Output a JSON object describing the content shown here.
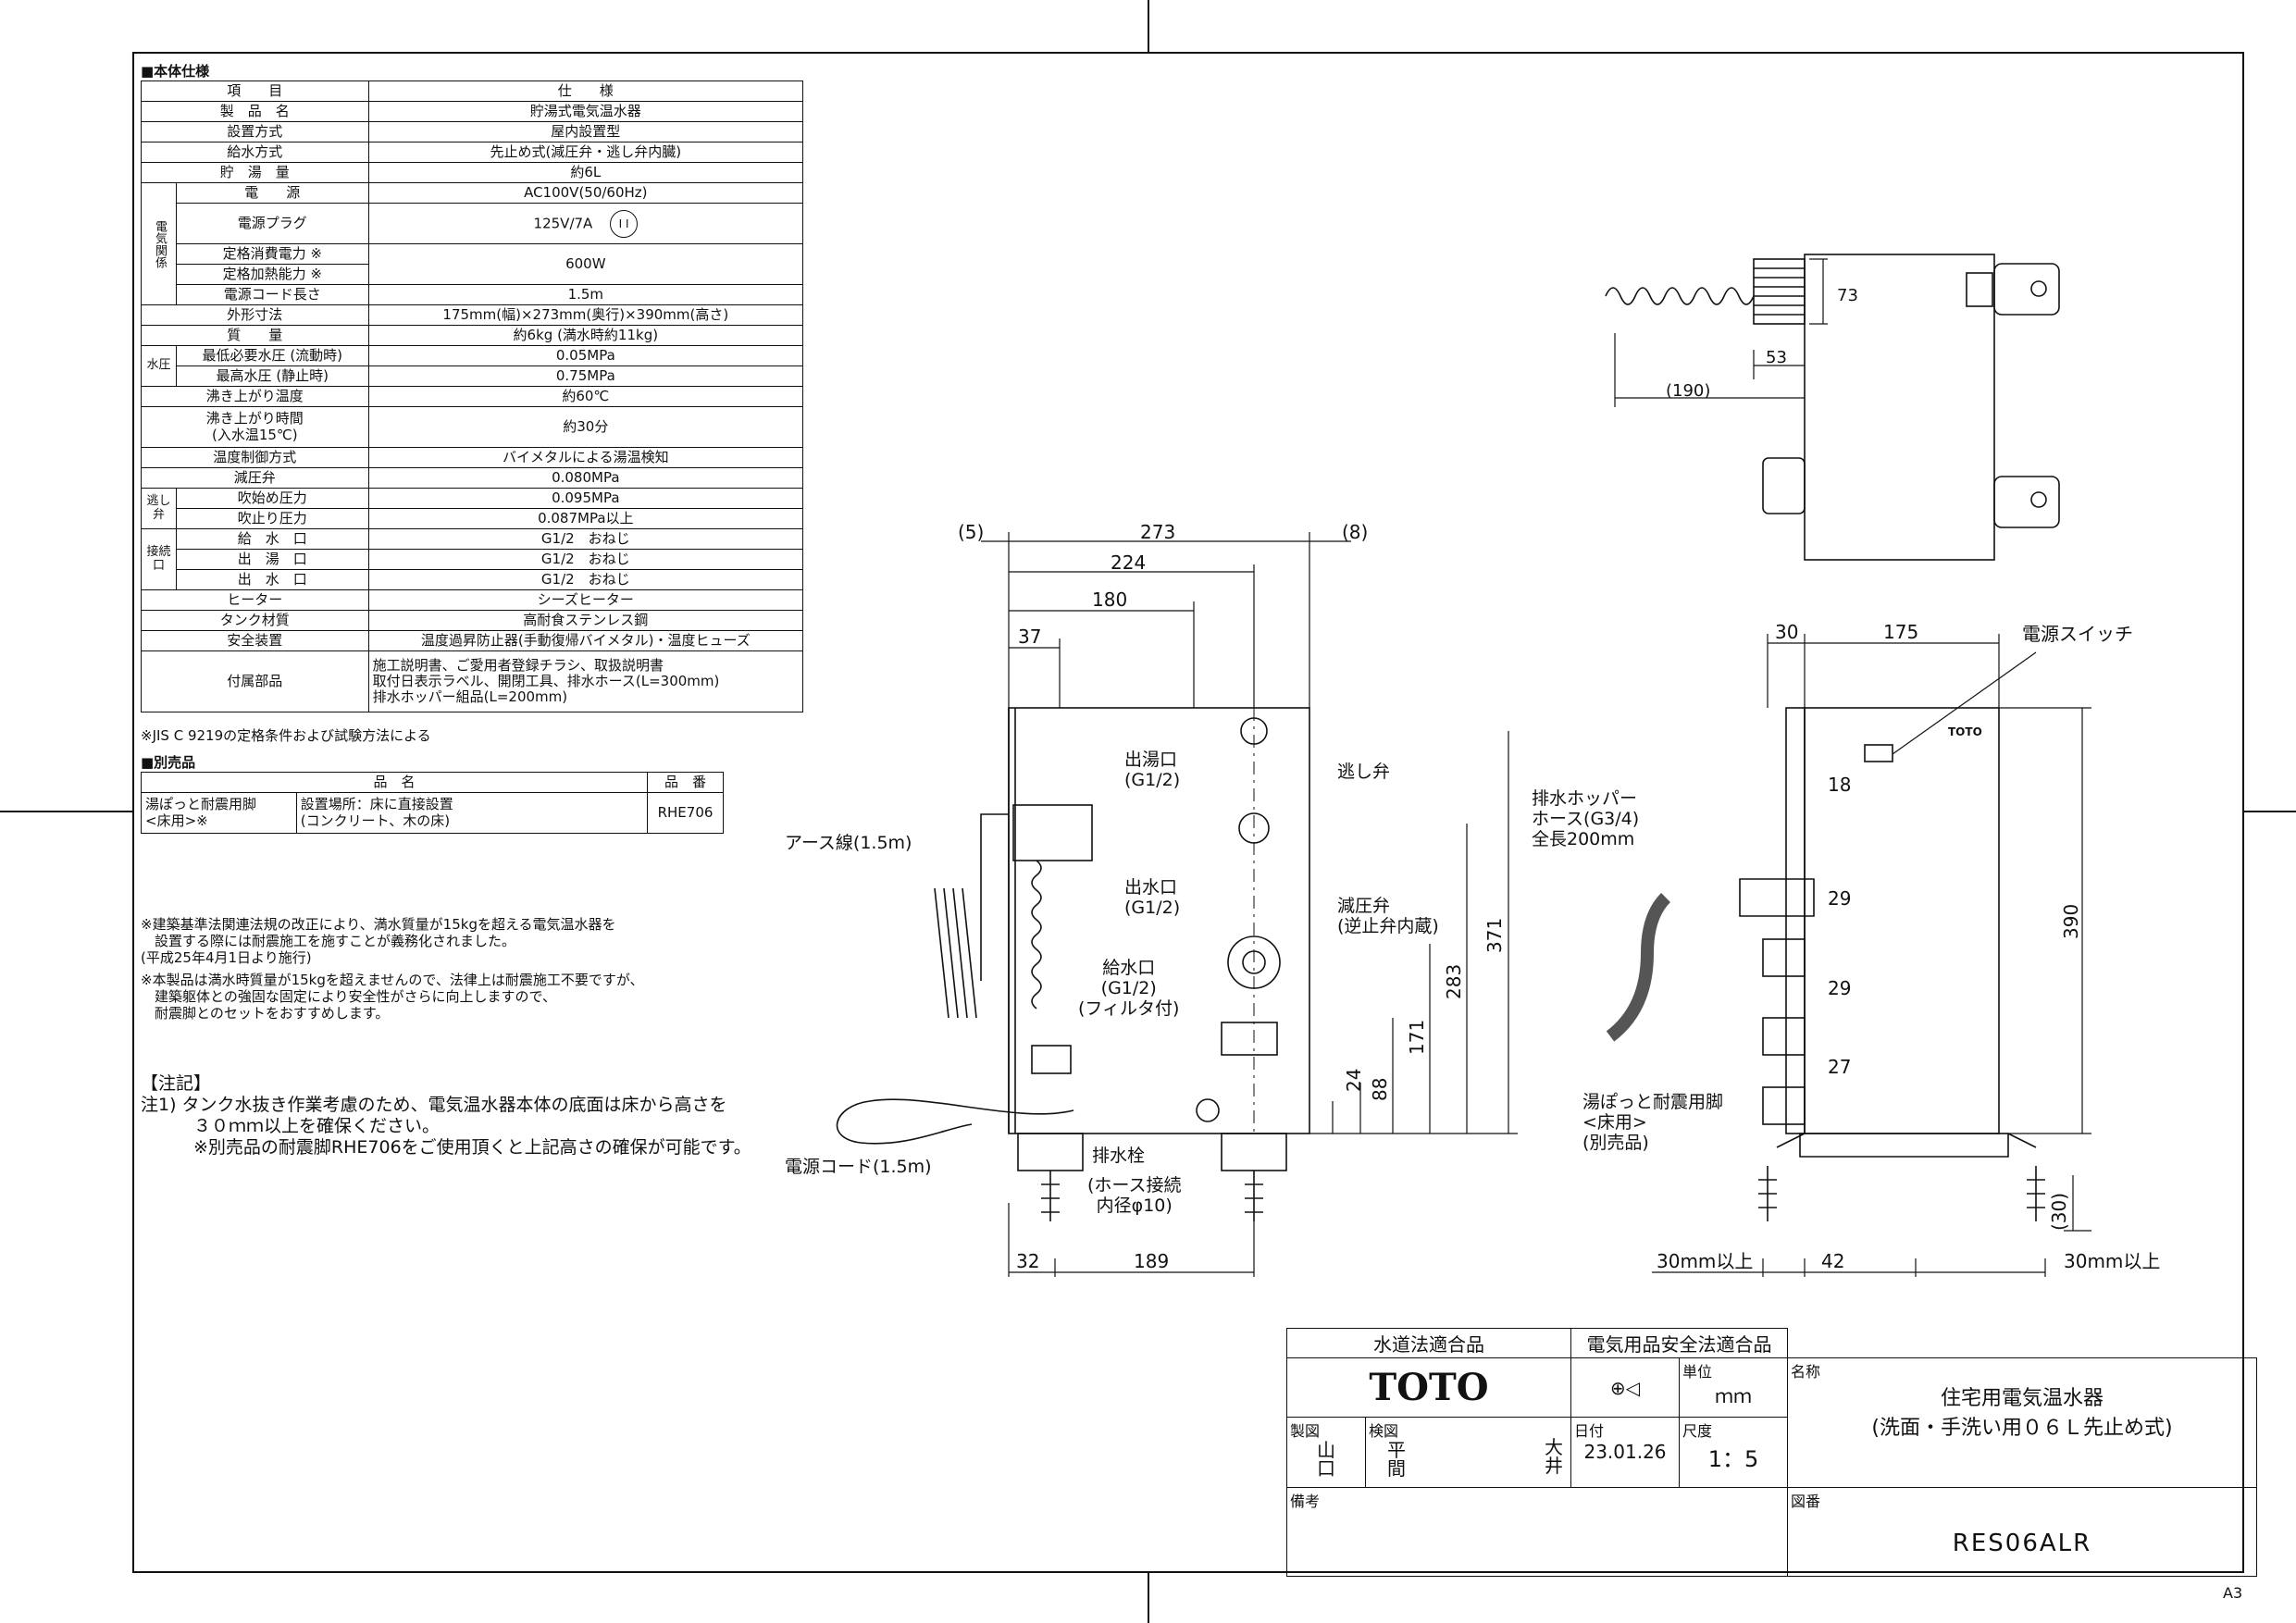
{
  "spec": {
    "section_title": "■本体仕様",
    "header": {
      "item": "項　　目",
      "value": "仕　　様"
    },
    "rows": {
      "product": {
        "label": "製　品　名",
        "value": "貯湯式電気温水器"
      },
      "install": {
        "label": "設置方式",
        "value": "屋内設置型"
      },
      "supply": {
        "label": "給水方式",
        "value": "先止め式(減圧弁・逃し弁内臓)"
      },
      "capacity": {
        "label": "貯　湯　量",
        "value": "約6L"
      },
      "elec_group": "電気関係",
      "power": {
        "label": "電　　源",
        "value": "AC100V(50/60Hz)"
      },
      "plug": {
        "label": "電源プラグ",
        "value": "125V/7A"
      },
      "rated_power": {
        "label": "定格消費電力 ※",
        "value": "600W"
      },
      "rated_heat": {
        "label": "定格加熱能力 ※"
      },
      "cord": {
        "label": "電源コード長さ",
        "value": "1.5m"
      },
      "dims": {
        "label": "外形寸法",
        "value": "175mm(幅)×273mm(奥行)×390mm(高さ)"
      },
      "mass": {
        "label": "質　　量",
        "value": "約6kg (満水時約11kg)"
      },
      "wp_group": "水圧",
      "min_pressure": {
        "label": "最低必要水圧 (流動時)",
        "value": "0.05MPa"
      },
      "max_pressure": {
        "label": "最高水圧 (静止時)",
        "value": "0.75MPa"
      },
      "boil_temp": {
        "label": "沸き上がり温度",
        "value": "約60℃"
      },
      "boil_time": {
        "label": "沸き上がり時間\n(入水温15℃)",
        "value": "約30分"
      },
      "temp_ctrl": {
        "label": "温度制御方式",
        "value": "バイメタルによる湯温検知"
      },
      "reducer": {
        "label": "減圧弁",
        "value": "0.080MPa"
      },
      "relief_group": "逃し弁",
      "relief_start": {
        "label": "吹始め圧力",
        "value": "0.095MPa"
      },
      "relief_stop": {
        "label": "吹止り圧力",
        "value": "0.087MPa以上"
      },
      "conn_group": "接続口",
      "conn_in": {
        "label": "給　水　口",
        "value": "G1/2　おねじ"
      },
      "conn_hot": {
        "label": "出　湯　口",
        "value": "G1/2　おねじ"
      },
      "conn_out": {
        "label": "出　水　口",
        "value": "G1/2　おねじ"
      },
      "heater": {
        "label": "ヒーター",
        "value": "シーズヒーター"
      },
      "tank": {
        "label": "タンク材質",
        "value": "高耐食ステンレス鋼"
      },
      "safety": {
        "label": "安全装置",
        "value": "温度過昇防止器(手動復帰バイメタル)・温度ヒューズ"
      },
      "accessories": {
        "label": "付属部品",
        "value": "施工説明書、ご愛用者登録チラシ、取扱説明書\n取付日表示ラベル、開閉工具、排水ホース(L=300mm)\n排水ホッパー組品(L=200mm)"
      }
    },
    "footnote": "※JIS C 9219の定格条件および試験方法による"
  },
  "options": {
    "section_title": "■別売品",
    "header": {
      "name": "品　名",
      "code": "品　番"
    },
    "item_name": "湯ぽっと耐震用脚\n<床用>※",
    "item_place": "設置場所：床に直接設置\n(コンクリート、木の床)",
    "item_code": "RHE706"
  },
  "notes": {
    "law": "※建築基準法関連法規の改正により、満水質量が15kgを超える電気温水器を\n　設置する際には耐震施工を施すことが義務化されました。\n(平成25年4月1日より施行)",
    "mass": "※本製品は満水時質量が15kgを超えませんので、法律上は耐震施工不要ですが、\n　建築躯体との強固な固定により安全性がさらに向上しますので、\n　耐震脚とのセットをおすすめします。",
    "remarks_title": "【注記】",
    "remarks": "注1) タンク水抜き作業考慮のため、電気温水器本体の底面は床から高さを\n　　　３０ｍｍ以上を確保ください。\n　　　※別売品の耐震脚RHE706をご使用頂くと上記高さの確保が可能です。"
  },
  "drawing": {
    "top_dims": {
      "d190": "(190)",
      "d53": "53",
      "d73": "73"
    },
    "front_dims": {
      "d5": "(5)",
      "d273": "273",
      "d8": "(8)",
      "d224": "224",
      "d180": "180",
      "d37": "37",
      "d371": "371",
      "d283": "283",
      "d171": "171",
      "d88": "88",
      "d24": "24",
      "d32": "32",
      "d189": "189"
    },
    "front_labels": {
      "hot_out": "出湯口\n(G1/2)",
      "relief": "逃し弁",
      "earth": "アース線(1.5m)",
      "water_out": "出水口\n(G1/2)",
      "reducer": "減圧弁\n(逆止弁内蔵)",
      "water_in": "給水口\n(G1/2)\n(フィルタ付)",
      "cord": "電源コード(1.5m)",
      "drain": "排水栓",
      "drain_sub": "(ホース接続\n内径φ10)"
    },
    "side_dims": {
      "d30": "30",
      "d175": "175",
      "d18": "18",
      "d29a": "29",
      "d29b": "29",
      "d27": "27",
      "d390": "390",
      "d30b": "(30)",
      "d42": "42",
      "min1": "30mm以上",
      "min2": "30mm以上"
    },
    "side_labels": {
      "switch": "電源スイッチ",
      "hopper": "排水ホッパー\nホース(G3/4)\n全長200mm",
      "legs": "湯ぽっと耐震用脚\n<床用>\n(別売品)",
      "brand": "TOTO"
    }
  },
  "title_block": {
    "cert1": "水道法適合品",
    "cert2": "電気用品安全法適合品",
    "logo": "TOTO",
    "unit_label": "単位",
    "unit": "ｍｍ",
    "name_label": "名称",
    "name": "住宅用電気温水器\n(洗面・手洗い用０６Ｌ先止め式)",
    "made_label": "製図",
    "check_label": "検図",
    "date_label": "日付",
    "scale_label": "尺度",
    "made_by": "山\n口",
    "checked_by": "平\n間",
    "approved_by": "大\n井",
    "date": "23.01.26",
    "scale": "1：5",
    "drawing_no_label": "図番",
    "drawing_no": "RES06ALR",
    "remarks_label": "備考"
  },
  "sheet_size": "A3"
}
